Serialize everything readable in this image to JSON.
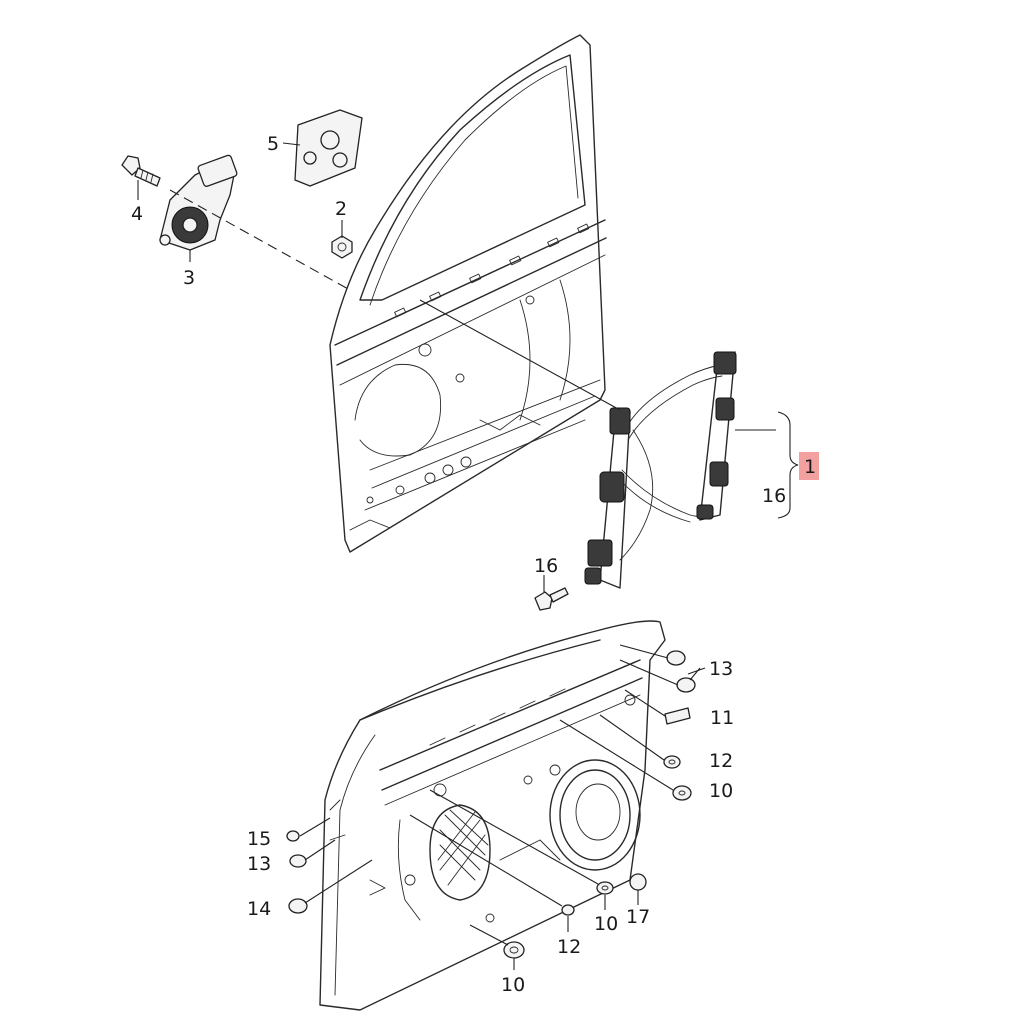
{
  "callouts": {
    "c1": "1",
    "c2": "2",
    "c3": "3",
    "c4": "4",
    "c5": "5",
    "c10a": "10",
    "c10b": "10",
    "c10c": "10",
    "c11": "11",
    "c12a": "12",
    "c12b": "12",
    "c13a": "13",
    "c13b": "13",
    "c14": "14",
    "c15": "15",
    "c16a": "16",
    "c16b": "16",
    "c17": "17"
  },
  "highlight_color": "#f2a0a0"
}
